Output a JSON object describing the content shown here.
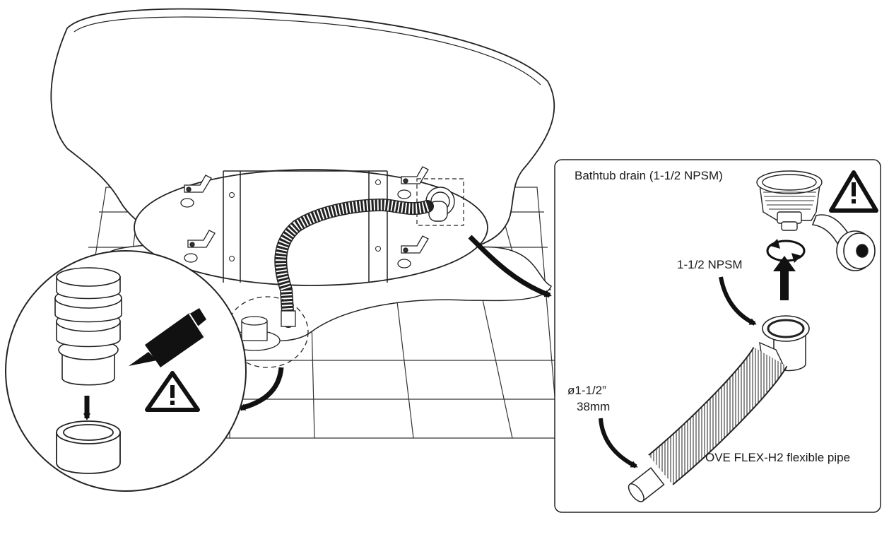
{
  "labels": {
    "bathtub_drain": "Bathtub drain (1-1/2 NPSM)",
    "npsm": "1-1/2 NPSM",
    "diameter": "ø1-1/2”",
    "diameter_mm": "38mm",
    "flex_pipe": "OVE FLEX-H2 flexible pipe"
  },
  "icons": {
    "warning": "warning-triangle-icon",
    "twist": "twist-rotation-icon",
    "tape": "thread-seal-tape-icon",
    "sealant": "sealant-gun-icon"
  },
  "colors": {
    "line": "#1a1a1a",
    "fill": "#ffffff",
    "dark": "#111111"
  }
}
